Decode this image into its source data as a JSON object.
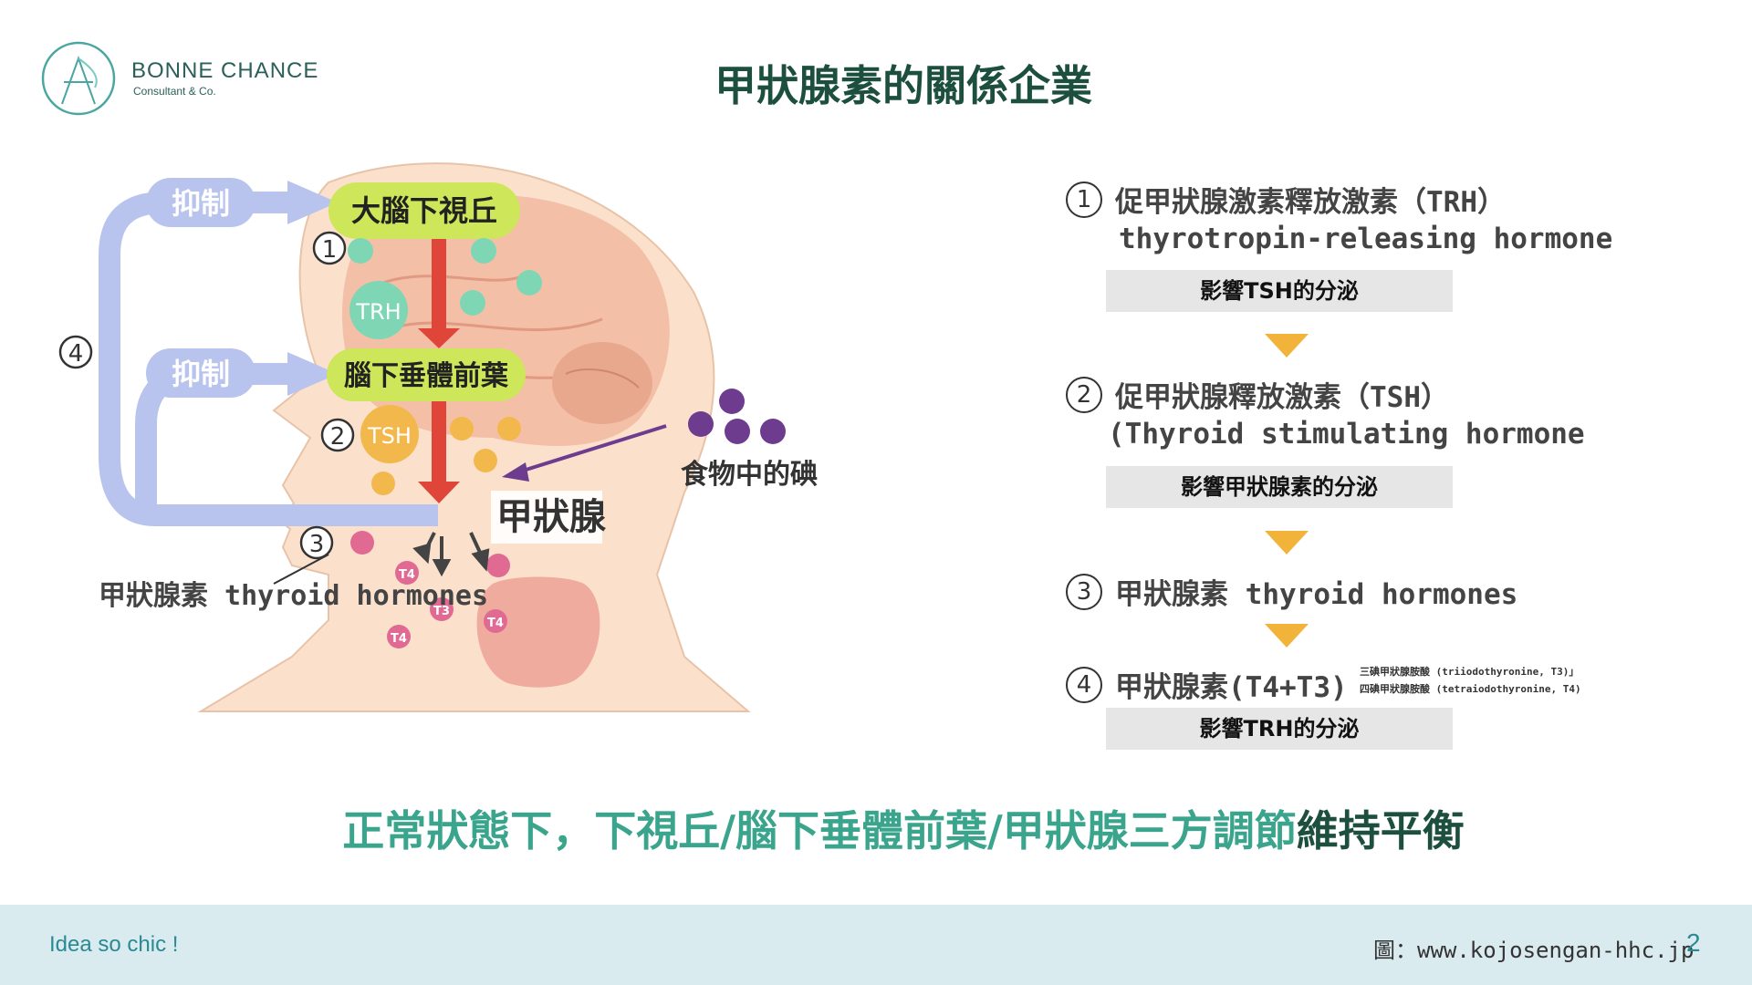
{
  "brand": {
    "name": "BONNE CHANCE",
    "sub": "Consultant & Co."
  },
  "title": "甲狀腺素的關係企業",
  "diagram": {
    "inhibit_top": "抑制",
    "inhibit_mid": "抑制",
    "hypothalamus": "大腦下視丘",
    "pituitary": "腦下垂體前葉",
    "thyroid": "甲狀腺",
    "iodine": "食物中的碘",
    "trh": "TRH",
    "tsh": "TSH",
    "label_1": "1",
    "label_2": "2",
    "label_3": "3",
    "label_4": "4",
    "hormones_label": "甲狀腺素 thyroid hormones",
    "t4_a": "T4",
    "t3": "T3",
    "t4_b": "T4",
    "t4_c": "T4"
  },
  "steps": [
    {
      "num": "1",
      "zh": "促甲狀腺激素釋放激素（TRH）",
      "en": "thyrotropin-releasing hormone",
      "effect": "影響TSH的分泌"
    },
    {
      "num": "2",
      "zh": "促甲狀腺釋放激素（TSH）",
      "en": "(Thyroid stimulating hormone",
      "effect": "影響甲狀腺素的分泌"
    },
    {
      "num": "3",
      "zh": "甲狀腺素 thyroid hormones"
    },
    {
      "num": "4",
      "zh": "甲狀腺素(T4+T3)",
      "note1": "三碘甲狀腺胺酸 (triiodothyronine, T3)」",
      "note2": "四碘甲狀腺胺酸 (tetraiodothyronine, T4)",
      "effect": "影響TRH的分泌"
    }
  ],
  "conclusion": {
    "part_a": "正常狀態下，下視丘/腦下垂體前葉/甲狀腺三方調節",
    "part_b": "維持平衡"
  },
  "footer": {
    "slogan": "Idea so chic !",
    "source": "圖：www.kojosengan-hhc.jp",
    "page": "2"
  },
  "colors": {
    "arrow_blue": "#b9c4ee",
    "lime": "#cde65a",
    "red_arrow": "#e0453a",
    "teal_dot": "#7fd6b4",
    "orange_dot": "#f2b84b",
    "pink_dot": "#e06a92",
    "purple_dot": "#6e3c8e"
  }
}
